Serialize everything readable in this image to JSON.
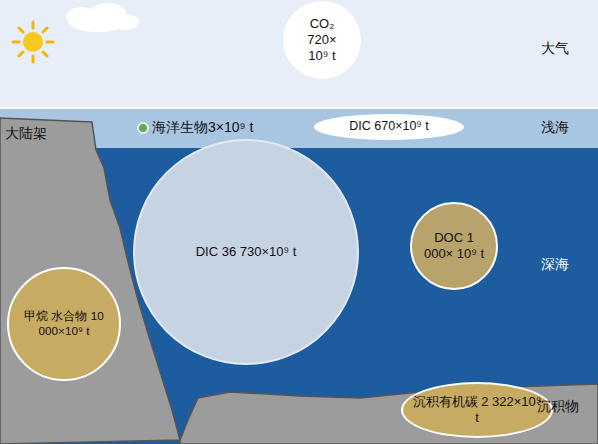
{
  "diagram": {
    "nodes": [
      {
        "text": [
          "CO₂ 720× 10⁹ t"
        ]
      },
      {
        "text": [
          "DIC 670×10⁹ t"
        ]
      },
      {
        "text": [
          "DIC 36 730×10⁹ t"
        ]
      },
      {
        "text": [
          "DOC 1 000× 10⁹ t"
        ]
      },
      {
        "text": [
          "甲烷 水合物 10 000×10⁹ t"
        ]
      },
      {
        "text": [
          "沉积有机碳 2 322×10⁹ t"
        ]
      }
    ],
    "labels": [
      "大气",
      "海洋生物3×10⁹ t",
      "浅海",
      "大陆架",
      "深海",
      "沉积物"
    ]
  }
}
